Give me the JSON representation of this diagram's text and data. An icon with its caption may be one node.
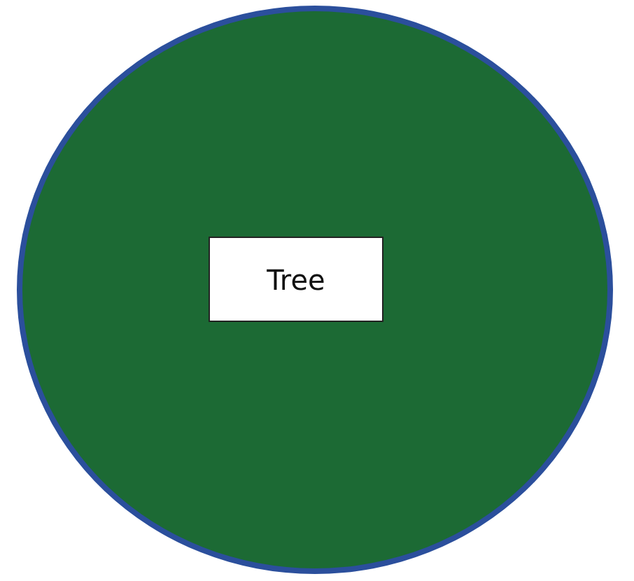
{
  "diagram": {
    "nodes": [
      {
        "text": [],
        "shape": "circle"
      },
      {
        "text": [
          "Tree"
        ],
        "in": 0
      }
    ]
  }
}
